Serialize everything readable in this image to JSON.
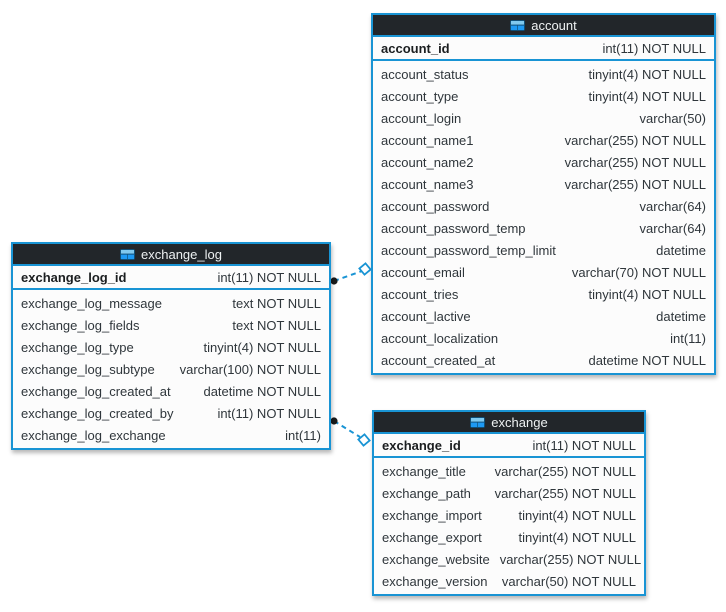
{
  "colors": {
    "accent_blue": "#1994d4",
    "header_bg": "#22262a",
    "header_text": "#eef1f2",
    "row_bg": "#fcfcfc",
    "row_text": "#2f363b",
    "connector_dot": "#1a1a1a",
    "page_bg": "#ffffff"
  },
  "tables": [
    {
      "name": "account",
      "icon": "table-icon",
      "pk": {
        "name": "account_id",
        "type": "int(11) NOT NULL"
      },
      "columns": [
        {
          "name": "account_status",
          "type": "tinyint(4) NOT NULL"
        },
        {
          "name": "account_type",
          "type": "tinyint(4) NOT NULL"
        },
        {
          "name": "account_login",
          "type": "varchar(50)"
        },
        {
          "name": "account_name1",
          "type": "varchar(255) NOT NULL"
        },
        {
          "name": "account_name2",
          "type": "varchar(255) NOT NULL"
        },
        {
          "name": "account_name3",
          "type": "varchar(255) NOT NULL"
        },
        {
          "name": "account_password",
          "type": "varchar(64)"
        },
        {
          "name": "account_password_temp",
          "type": "varchar(64)"
        },
        {
          "name": "account_password_temp_limit",
          "type": "datetime"
        },
        {
          "name": "account_email",
          "type": "varchar(70) NOT NULL"
        },
        {
          "name": "account_tries",
          "type": "tinyint(4) NOT NULL"
        },
        {
          "name": "account_lactive",
          "type": "datetime"
        },
        {
          "name": "account_localization",
          "type": "int(11)"
        },
        {
          "name": "account_created_at",
          "type": "datetime NOT NULL"
        }
      ]
    },
    {
      "name": "exchange_log",
      "icon": "table-icon",
      "pk": {
        "name": "exchange_log_id",
        "type": "int(11) NOT NULL"
      },
      "columns": [
        {
          "name": "exchange_log_message",
          "type": "text NOT NULL"
        },
        {
          "name": "exchange_log_fields",
          "type": "text NOT NULL"
        },
        {
          "name": "exchange_log_type",
          "type": "tinyint(4) NOT NULL"
        },
        {
          "name": "exchange_log_subtype",
          "type": "varchar(100) NOT NULL"
        },
        {
          "name": "exchange_log_created_at",
          "type": "datetime NOT NULL"
        },
        {
          "name": "exchange_log_created_by",
          "type": "int(11) NOT NULL"
        },
        {
          "name": "exchange_log_exchange",
          "type": "int(11)"
        }
      ]
    },
    {
      "name": "exchange",
      "icon": "table-icon",
      "pk": {
        "name": "exchange_id",
        "type": "int(11) NOT NULL"
      },
      "columns": [
        {
          "name": "exchange_title",
          "type": "varchar(255) NOT NULL"
        },
        {
          "name": "exchange_path",
          "type": "varchar(255) NOT NULL"
        },
        {
          "name": "exchange_import",
          "type": "tinyint(4) NOT NULL"
        },
        {
          "name": "exchange_export",
          "type": "tinyint(4) NOT NULL"
        },
        {
          "name": "exchange_website",
          "type": "varchar(255) NOT NULL"
        },
        {
          "name": "exchange_version",
          "type": "varchar(50) NOT NULL"
        }
      ]
    }
  ],
  "relationships": [
    {
      "from": "exchange_log",
      "to": "account",
      "line_style": "dashed",
      "from_endpoint": "dot",
      "to_endpoint": "open-diamond"
    },
    {
      "from": "exchange_log",
      "to": "exchange",
      "line_style": "dashed",
      "from_endpoint": "dot",
      "to_endpoint": "open-diamond"
    }
  ]
}
